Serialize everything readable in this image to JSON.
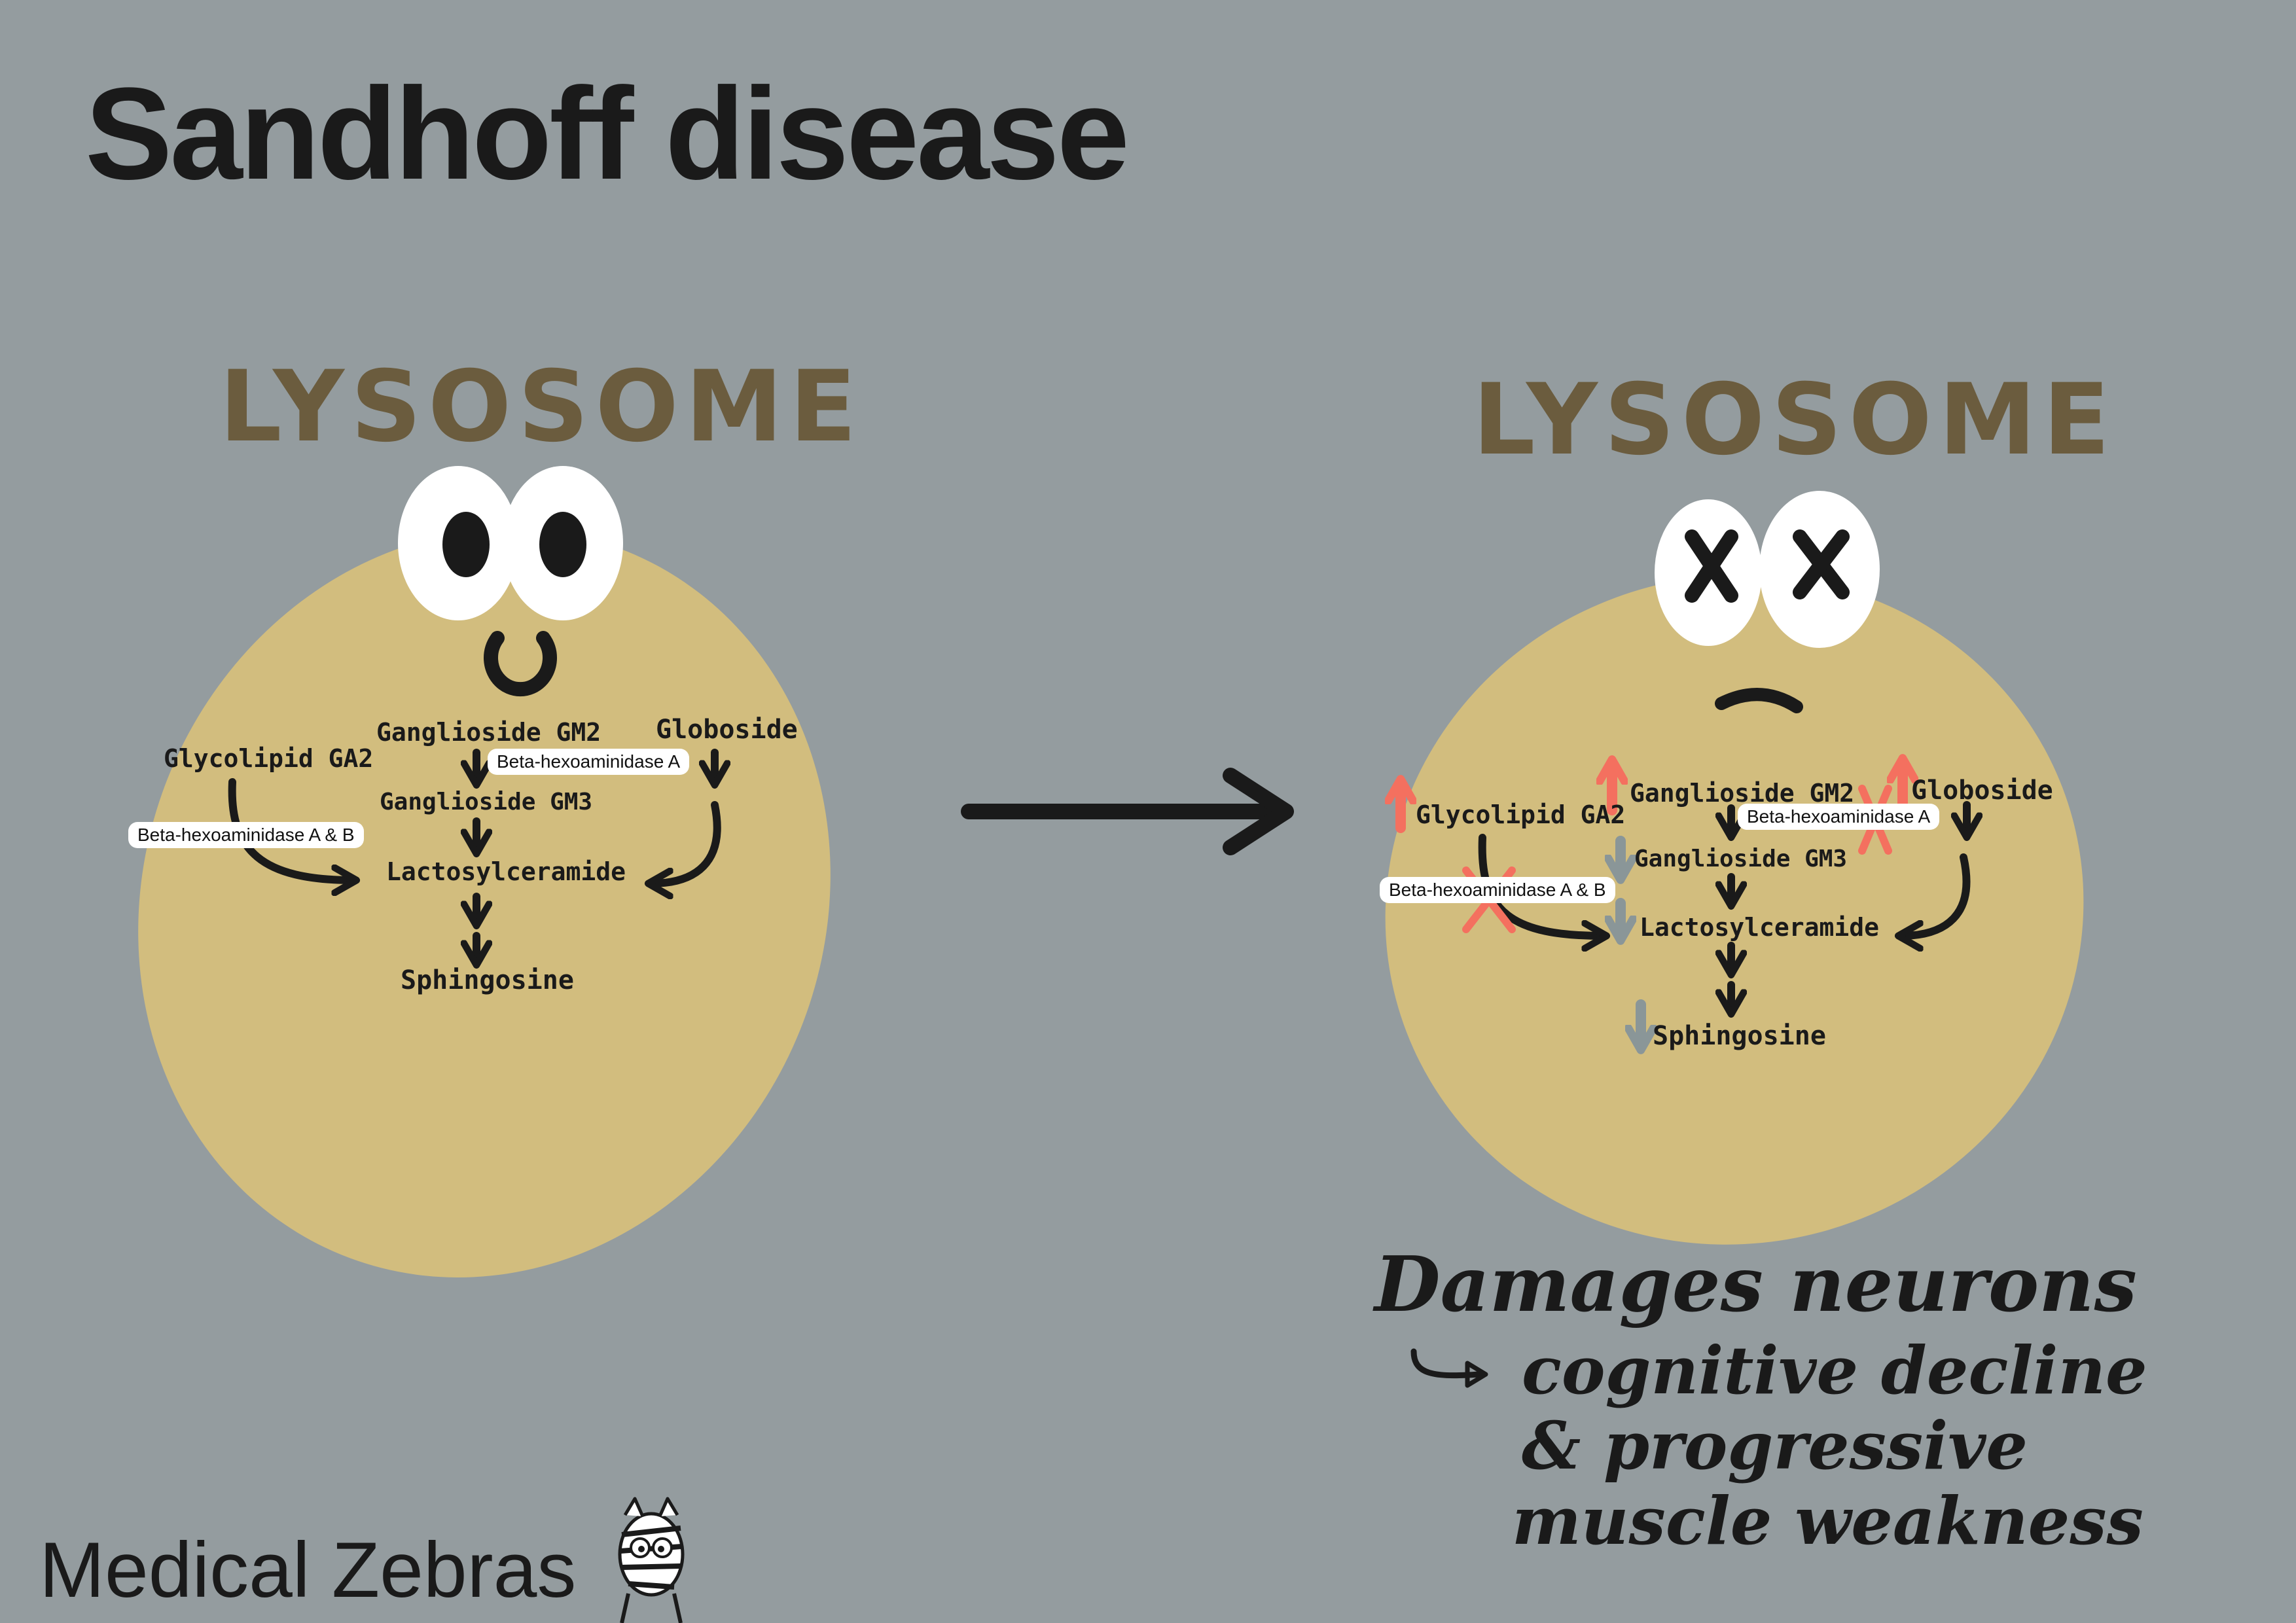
{
  "title": "Sandhoff disease",
  "left": {
    "heading": "LYSOSOME",
    "labels": {
      "gm2": "Ganglioside GM2",
      "globoside": "Globoside",
      "ga2": "Glycolipid GA2",
      "gm3": "Ganglioside GM3",
      "lactosyl": "Lactosylceramide",
      "sphingosine": "Sphingosine"
    },
    "enzymes": {
      "hexA": "Beta-hexoaminidase A",
      "hexAB": "Beta-hexoaminidase A & B"
    }
  },
  "right": {
    "heading": "LYSOSOME",
    "labels": {
      "gm2": "Ganglioside GM2",
      "globoside": "Globoside",
      "ga2": "Glycolipid GA2",
      "gm3": "Ganglioside GM3",
      "lactosyl": "Lactosylceramide",
      "sphingosine": "Sphingosine"
    },
    "enzymes": {
      "hexA": "Beta-hexoaminidase A",
      "hexAB": "Beta-hexoaminidase A & B"
    }
  },
  "note": {
    "line1": "Damages neurons",
    "line2": "cognitive decline",
    "line3": "& progressive",
    "line4": "muscle weakness"
  },
  "brand": "Medical Zebras",
  "colors": {
    "background": "#949c9f",
    "lysosome": "#d2bd7e",
    "heading": "#6b5c3e",
    "increase_arrow": "#f4705f",
    "decrease_arrow": "#8a9698",
    "cross": "#f4705f"
  }
}
